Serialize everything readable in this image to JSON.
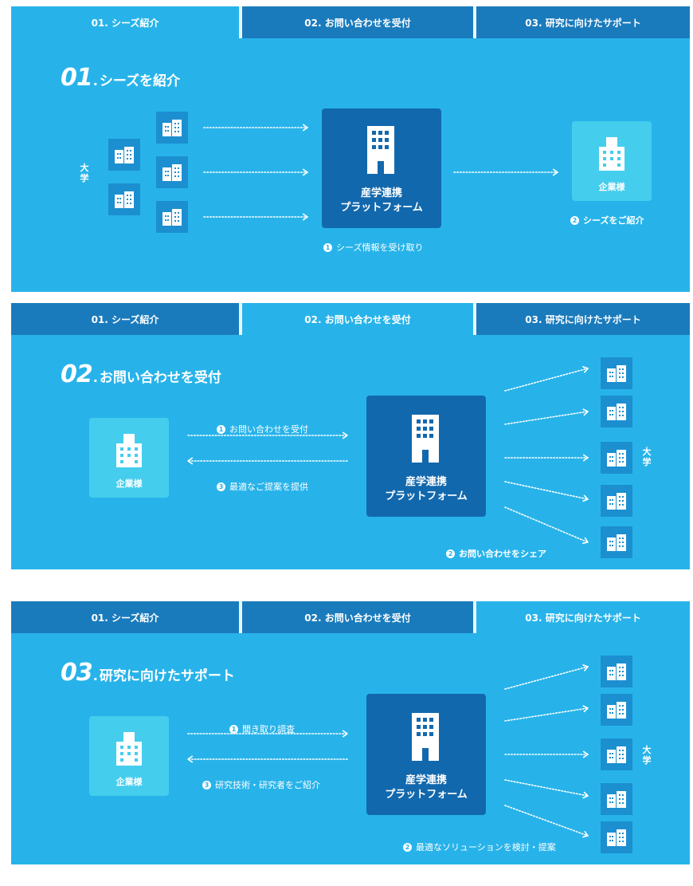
{
  "tabs": [
    "01. シーズ紹介",
    "02. お問い合わせを受付",
    "03. 研究に向けたサポート"
  ],
  "platform": {
    "line1": "産学連携",
    "line2": "プラットフォーム"
  },
  "company_label": "企業様",
  "university_label": "大学",
  "colors": {
    "panel": "#27b3ea",
    "tab": "#1a7bbc",
    "platform": "#1268ad",
    "tile": "#1b8fd0",
    "company": "#45cdee"
  },
  "icons": {
    "building": "building-icon",
    "small_building": "university-building-icon",
    "arrow": "dotted-arrow"
  },
  "panels": [
    {
      "number": "01",
      "separator": ".",
      "title": "シーズを紹介",
      "active_tab": 0,
      "steps": [
        {
          "badge": "1",
          "text": "シーズ情報を受け取り"
        },
        {
          "badge": "2",
          "text": "シーズをご紹介"
        }
      ]
    },
    {
      "number": "02",
      "separator": ".",
      "title": "お問い合わせを受付",
      "active_tab": 1,
      "steps": [
        {
          "badge": "1",
          "text": "お問い合わせを受付"
        },
        {
          "badge": "2",
          "text": "お問い合わせをシェア"
        },
        {
          "badge": "3",
          "text": "最適なご提案を提供"
        }
      ]
    },
    {
      "number": "03",
      "separator": ".",
      "title": "研究に向けたサポート",
      "active_tab": 2,
      "steps": [
        {
          "badge": "1",
          "text": "聞き取り調査"
        },
        {
          "badge": "2",
          "text": "最適なソリューションを検討・提案"
        },
        {
          "badge": "3",
          "text": "研究技術・研究者をご紹介"
        }
      ]
    }
  ]
}
